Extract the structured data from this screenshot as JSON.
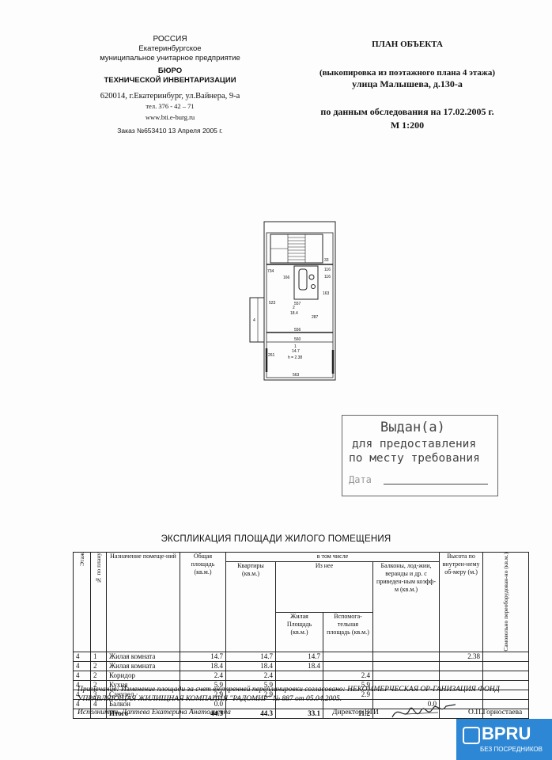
{
  "org": {
    "country": "РОССИЯ",
    "city_line": "Екатеринбургское",
    "enterprise_type": "муниципальное унитарное предприятие",
    "name_line1": "БЮРО",
    "name_line2": "ТЕХНИЧЕСКОЙ ИНВЕНТАРИЗАЦИИ",
    "address": "620014, г.Екатеринбург, ул.Вайнера, 9-а",
    "phone": "тел. 376 - 42 – 71",
    "website": "www.bti.e-burg.ru",
    "order": "Заказ №653410  13 Апреля 2005 г."
  },
  "doc": {
    "title": "ПЛАН ОБЪЕКТА",
    "subtitle": "(выкопировка из поэтажного плана 4 этажа)",
    "street": "улица Малышева, д.130-а",
    "survey": "по данным обследования на 17.02.2005 г.",
    "scale": "М 1:200"
  },
  "plan": {
    "dims": [
      "33",
      "116",
      "116",
      "163",
      "557",
      "734",
      "166",
      "287",
      "523",
      "556",
      "560",
      "261",
      "563",
      "4"
    ],
    "room2": {
      "num": "2",
      "area": "18.4"
    },
    "room1": {
      "num": "1",
      "area": "14.7",
      "height": "h = 2.38"
    }
  },
  "stamp": {
    "line1": "Выдан(а)",
    "line2": "для предоставления",
    "line3": "по месту требования",
    "date_label": "Дата"
  },
  "table": {
    "title": "ЭКСПЛИКАЦИЯ ПЛОЩАДИ ЖИЛОГО ПОМЕЩЕНИЯ",
    "headers": {
      "floor": "Этаж",
      "plan_no": "№ по плану",
      "purpose": "Назначение помеще-ний",
      "total": "Общая площадь (кв.м.)",
      "incl": "в том числе",
      "flats": "Квартиры (кв.м.)",
      "of_which": "Из нее",
      "living": "Жилая Площадь (кв.м.)",
      "aux": "Вспомога-тельная площадь (кв.м.)",
      "balcony": "Балконы, лод-жии, веранды и др. с приведен-ным коэфф-м (кв.м.)",
      "height": "Высота по внутрен-нему об-меру (м.)",
      "illegal": "Самовольно переоборудован-но (кв.м.)"
    },
    "rows": [
      {
        "floor": "4",
        "no": "1",
        "name": "Жилая комната",
        "total": "14.7",
        "flat": "14.7",
        "living": "14.7",
        "aux": "",
        "balcony": "",
        "height": "2.38"
      },
      {
        "floor": "4",
        "no": "2",
        "name": "Жилая комната",
        "total": "18.4",
        "flat": "18.4",
        "living": "18.4",
        "aux": "",
        "balcony": "",
        "height": ""
      },
      {
        "floor": "4",
        "no": "2",
        "name": "Коридор",
        "total": "2.4",
        "flat": "2.4",
        "living": "",
        "aux": "2.4",
        "balcony": "",
        "height": ""
      },
      {
        "floor": "4",
        "no": "2",
        "name": "Кухня",
        "total": "5.9",
        "flat": "5.9",
        "living": "",
        "aux": "5.9",
        "balcony": "",
        "height": ""
      },
      {
        "floor": "4",
        "no": "3",
        "name": "Санузел ·",
        "total": "2.9",
        "flat": "2.9",
        "living": "",
        "aux": "2.9",
        "balcony": "",
        "height": ""
      },
      {
        "floor": "4",
        "no": "4",
        "name": "Балкон",
        "total": "0.0",
        "flat": "",
        "living": "",
        "aux": "",
        "balcony": "0.0",
        "height": ""
      }
    ],
    "total_row": {
      "label": "Итого",
      "total": "44.3",
      "flat": "44.3",
      "living": "33.1",
      "aux": "11.2"
    }
  },
  "footer": {
    "note": "Примечание: Изменение площади за счет внутренней перепланировки согласовано: НЕКОММЕРЧЕСКАЯ ОР-ГАНИЗАЦИЯ ФОНД УПРАВЛЯЮЩАЯ ЖИЛИЩНАЯ КОМПАНИЯ \"РАДОМИР\" № 887 от 05.04.2005.",
    "executor": "Исполнитель Лаптева Екатерина Анатольевна",
    "director": "Директор БТИ",
    "director_name": "О.П.Горностаева"
  },
  "watermark": {
    "brand": "BPRU",
    "tagline": "БЕЗ ПОСРЕДНИКОВ"
  }
}
